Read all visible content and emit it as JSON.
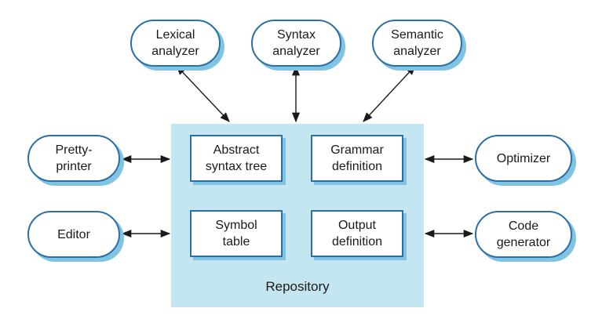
{
  "repository": {
    "label": "Repository",
    "items": [
      {
        "id": "ast",
        "label": "Abstract\nsyntax tree"
      },
      {
        "id": "grammar",
        "label": "Grammar\ndefinition"
      },
      {
        "id": "symbol",
        "label": "Symbol\ntable"
      },
      {
        "id": "output",
        "label": "Output\ndefinition"
      }
    ]
  },
  "tools": [
    {
      "id": "lexical",
      "label": "Lexical\nanalyzer"
    },
    {
      "id": "syntax",
      "label": "Syntax\nanalyzer"
    },
    {
      "id": "semantic",
      "label": "Semantic\nanalyzer"
    },
    {
      "id": "pretty",
      "label": "Pretty-\nprinter"
    },
    {
      "id": "editor",
      "label": "Editor"
    },
    {
      "id": "optimizer",
      "label": "Optimizer"
    },
    {
      "id": "codegen",
      "label": "Code\ngenerator"
    }
  ],
  "colors": {
    "repository_fill": "#c4e6f1",
    "border": "#2a6fa8",
    "shadow": "#80c3e3",
    "arrow": "#1a1a1a"
  }
}
